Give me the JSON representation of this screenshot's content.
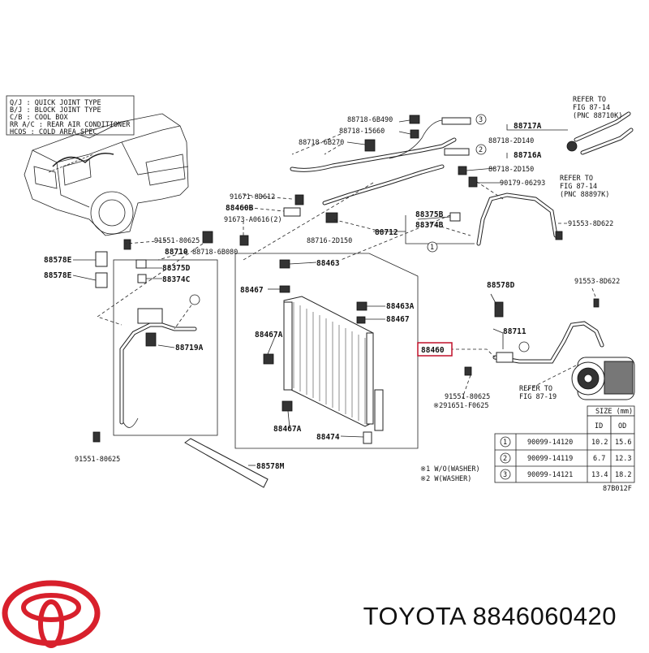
{
  "legend": [
    "Q/J : QUICK JOINT TYPE",
    "B/J : BLOCK JOINT TYPE",
    "C/B : COOL BOX",
    "RR A/C : REAR AIR CONDITIONER",
    "HCOS : COLD AREA SPEC"
  ],
  "refer_top": [
    "REFER TO",
    "FIG 87-14",
    "(PNC 88710K)"
  ],
  "refer_mid": [
    "REFER TO",
    "FIG 87-14",
    "(PNC 88897K)"
  ],
  "refer_bottom": [
    "REFER TO",
    "FIG 87-19"
  ],
  "callouts": {
    "p88718_6b490": "88718-6B490",
    "p88718_15660": "88718-15660",
    "p88718_6b270": "88718-6B270",
    "p88717a": "88717A",
    "p88718_2d140": "88718-2D140",
    "p88716a": "88716A",
    "p88718_2d150a": "88718-2D150",
    "p90179_06293": "90179-06293",
    "p91671_8d612": "91671-8D612",
    "p88460b": "88460B",
    "p91673": "91673-A0616(2)",
    "p88716_2d150": "88716-2D150",
    "p88375b": "88375B",
    "p88374b": "88374B",
    "p88712": "88712",
    "p91553_8d622a": "91553-8D622",
    "p91551_80625a": "91551-80625",
    "p88710": "88710",
    "p88718_6b080": "88718-6B080",
    "p88578e_1": "88578E",
    "p88578e_2": "88578E",
    "p88375d": "88375D",
    "p88374c": "88374C",
    "p88463": "88463",
    "p88467": "88467",
    "p88463a": "88463A",
    "p88467b": "88467",
    "p88467a_1": "88467A",
    "p88719a": "88719A",
    "p88460": "88460",
    "p88578d": "88578D",
    "p91553_8d622b": "91553-8D622",
    "p88711": "88711",
    "p91551_80625b": "91551-80625",
    "p91651_f0625": "※291651-F0625",
    "p88467a_2": "88467A",
    "p88474": "88474",
    "p91551_80625c": "91551-80625",
    "p88578m": "88578M",
    "note1": "※1 W/O(WASHER)",
    "note2": "※2 W(WASHER)",
    "diagram_code": "87B012F",
    "circle1": "1",
    "circle2": "2",
    "circle3": "3"
  },
  "size_table": {
    "header": "SIZE (mm)",
    "columns": [
      "ID",
      "OD"
    ],
    "rows": [
      {
        "mark": "1",
        "part": "90099-14120",
        "id": "10.2",
        "od": "15.6"
      },
      {
        "mark": "2",
        "part": "90099-14119",
        "id": "6.7",
        "od": "12.3"
      },
      {
        "mark": "3",
        "part": "90099-14121",
        "id": "13.4",
        "od": "18.2"
      }
    ]
  },
  "footer": {
    "brand": "TOYOTA",
    "part_number": "8846060420",
    "text": "TOYOTA 8846060420"
  },
  "colors": {
    "logo_red": "#d8202c",
    "line": "#222222",
    "highlight_box": "#c0102a"
  }
}
